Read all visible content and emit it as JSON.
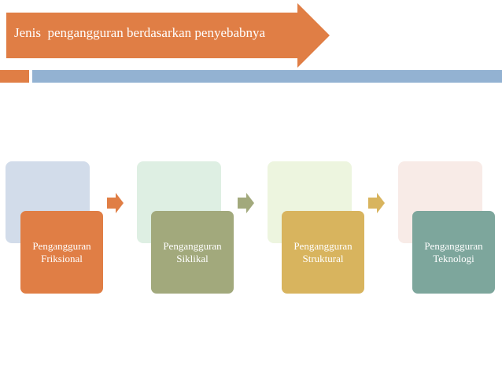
{
  "header": {
    "title": "Jenis  pengangguran berdasarkan penyebabnya"
  },
  "steps": [
    {
      "label": "Pengangguran\nFriksional"
    },
    {
      "label": "Pengangguran\nSiklikal"
    },
    {
      "label": "Pengangguran\nStruktural"
    },
    {
      "label": "Pengangguran\nTeknologi"
    }
  ],
  "colors": {
    "title_arrow": "#e07e45",
    "step_1": "#e07e45",
    "step_2": "#a2a97c",
    "step_3": "#d8b45e",
    "step_4": "#7da69c",
    "step_1_back": "#d2dcea",
    "step_2_back": "#deefe3",
    "step_3_back": "#edf5df",
    "step_4_back": "#f8ebe7"
  }
}
